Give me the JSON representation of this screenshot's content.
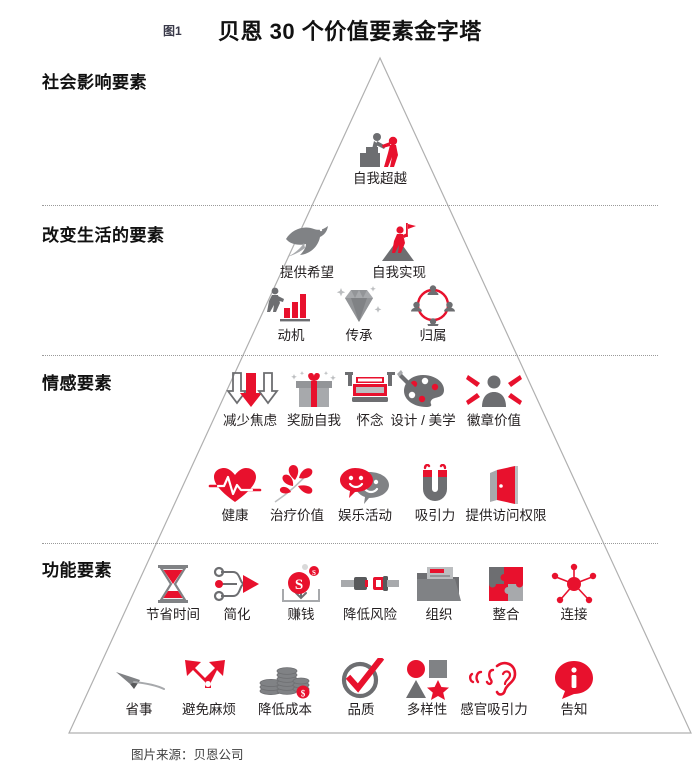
{
  "header": {
    "figure_number": "图1",
    "title": "贝恩 30 个价值要素金字塔"
  },
  "colors": {
    "red": "#E8112D",
    "gray": "#6D6E71",
    "light_gray": "#A7A9AC",
    "outline": "#B0B0B0",
    "text": "#231f20"
  },
  "tiers": [
    {
      "id": "social-impact",
      "label": "社会影响要素",
      "rows": [
        {
          "items": [
            {
              "label": "自我超越",
              "icon": "self-transcendence-icon"
            }
          ]
        }
      ]
    },
    {
      "id": "life-changing",
      "label": "改变生活的要素",
      "rows": [
        {
          "items": [
            {
              "label": "提供希望",
              "icon": "dove-hope-icon"
            },
            {
              "label": "自我实现",
              "icon": "mountain-flag-icon"
            }
          ]
        },
        {
          "items": [
            {
              "label": "动机",
              "icon": "runner-chart-icon"
            },
            {
              "label": "传承",
              "icon": "diamond-heirloom-icon"
            },
            {
              "label": "归属",
              "icon": "affiliation-circle-icon"
            }
          ]
        }
      ]
    },
    {
      "id": "emotional",
      "label": "情感要素",
      "rows": [
        {
          "items": [
            {
              "label": "减少焦虑",
              "icon": "down-arrows-icon"
            },
            {
              "label": "奖励自我",
              "icon": "gift-box-icon"
            },
            {
              "label": "怀念",
              "icon": "typewriter-icon"
            },
            {
              "label": "设计 / 美学",
              "icon": "palette-icon"
            },
            {
              "label": "徽章价值",
              "icon": "badge-person-icon"
            }
          ]
        },
        {
          "items": [
            {
              "label": "健康",
              "icon": "heart-pulse-icon"
            },
            {
              "label": "治疗价值",
              "icon": "leaves-icon"
            },
            {
              "label": "娱乐活动",
              "icon": "smiley-chat-icon"
            },
            {
              "label": "吸引力",
              "icon": "magnet-icon"
            },
            {
              "label": "提供访问权限",
              "icon": "open-door-icon"
            }
          ]
        }
      ]
    },
    {
      "id": "functional",
      "label": "功能要素",
      "rows": [
        {
          "items": [
            {
              "label": "节省时间",
              "icon": "hourglass-icon"
            },
            {
              "label": "简化",
              "icon": "simplify-arrow-icon"
            },
            {
              "label": "赚钱",
              "icon": "make-money-icon"
            },
            {
              "label": "降低风险",
              "icon": "seatbelt-icon"
            },
            {
              "label": "组织",
              "icon": "folder-icon"
            },
            {
              "label": "整合",
              "icon": "puzzle-icon"
            },
            {
              "label": "连接",
              "icon": "network-icon"
            }
          ]
        },
        {
          "items": [
            {
              "label": "省事",
              "icon": "paper-plane-icon"
            },
            {
              "label": "避免麻烦",
              "icon": "fork-arrows-icon"
            },
            {
              "label": "降低成本",
              "icon": "coins-icon"
            },
            {
              "label": "品质",
              "icon": "check-circle-icon"
            },
            {
              "label": "多样性",
              "icon": "shapes-variety-icon"
            },
            {
              "label": "感官吸引力",
              "icon": "ear-icon"
            },
            {
              "label": "告知",
              "icon": "info-bubble-icon"
            }
          ]
        }
      ]
    }
  ],
  "source_note": "图片来源：贝恩公司"
}
